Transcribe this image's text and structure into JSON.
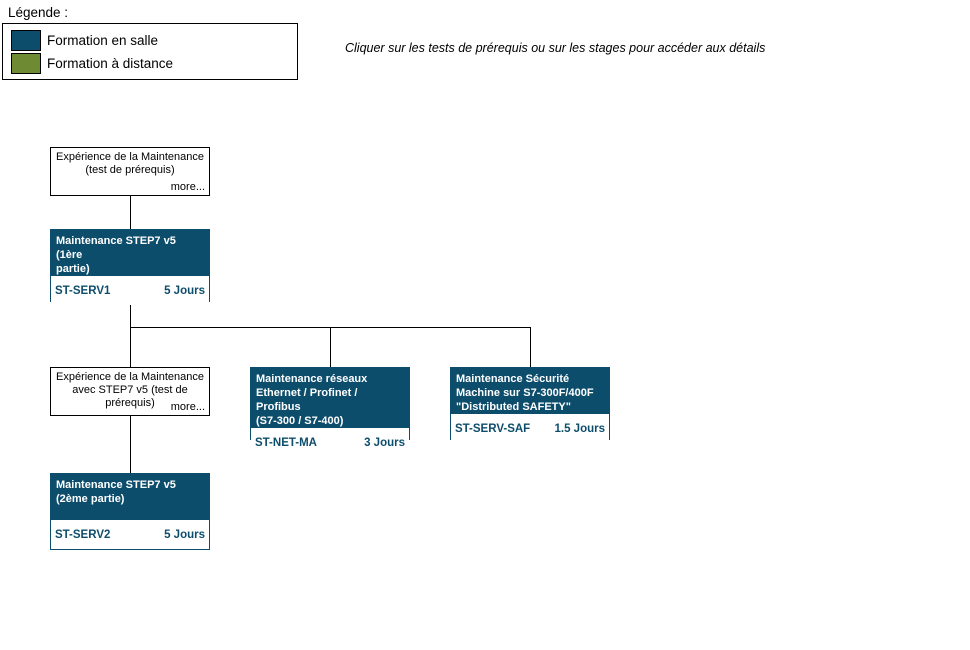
{
  "legend": {
    "title": "Légende :",
    "items": [
      {
        "label": "Formation en salle",
        "color": "#0d4d6c",
        "type": "classroom"
      },
      {
        "label": "Formation à distance",
        "color": "#6e8b33",
        "type": "distance"
      }
    ]
  },
  "instruction": "Cliquer sur les tests de prérequis ou sur les stages pour accéder aux détails",
  "colors": {
    "classroom_fill": "#0d4d6c",
    "distance_fill": "#6e8b33",
    "connector": "#000000",
    "course_code_text": "#0d4d6c",
    "course_title_text": "#ffffff"
  },
  "prereqs": {
    "maintenance": {
      "lines": [
        "Expérience de la Maintenance",
        "(test de prérequis)"
      ],
      "more_label": "more..."
    },
    "step7": {
      "lines": [
        "Expérience de la Maintenance",
        "avec STEP7 v5 (test de",
        "prérequis)"
      ],
      "more_label": "more..."
    }
  },
  "courses": {
    "serv1": {
      "title_lines": [
        "Maintenance STEP7 v5 (1ère",
        "partie)"
      ],
      "code": "ST-SERV1",
      "duration": "5 Jours"
    },
    "netma": {
      "title_lines": [
        "Maintenance réseaux",
        "Ethernet / Profinet / Profibus",
        "(S7-300 / S7-400)"
      ],
      "code": "ST-NET-MA",
      "duration": "3 Jours"
    },
    "servsaf": {
      "title_lines": [
        "Maintenance Sécurité",
        "Machine sur S7-300F/400F",
        "\"Distributed SAFETY\""
      ],
      "code": "ST-SERV-SAF",
      "duration": "1.5 Jours"
    },
    "serv2": {
      "title_lines": [
        "Maintenance STEP7 v5",
        "(2ème partie)"
      ],
      "code": "ST-SERV2",
      "duration": "5 Jours"
    }
  }
}
